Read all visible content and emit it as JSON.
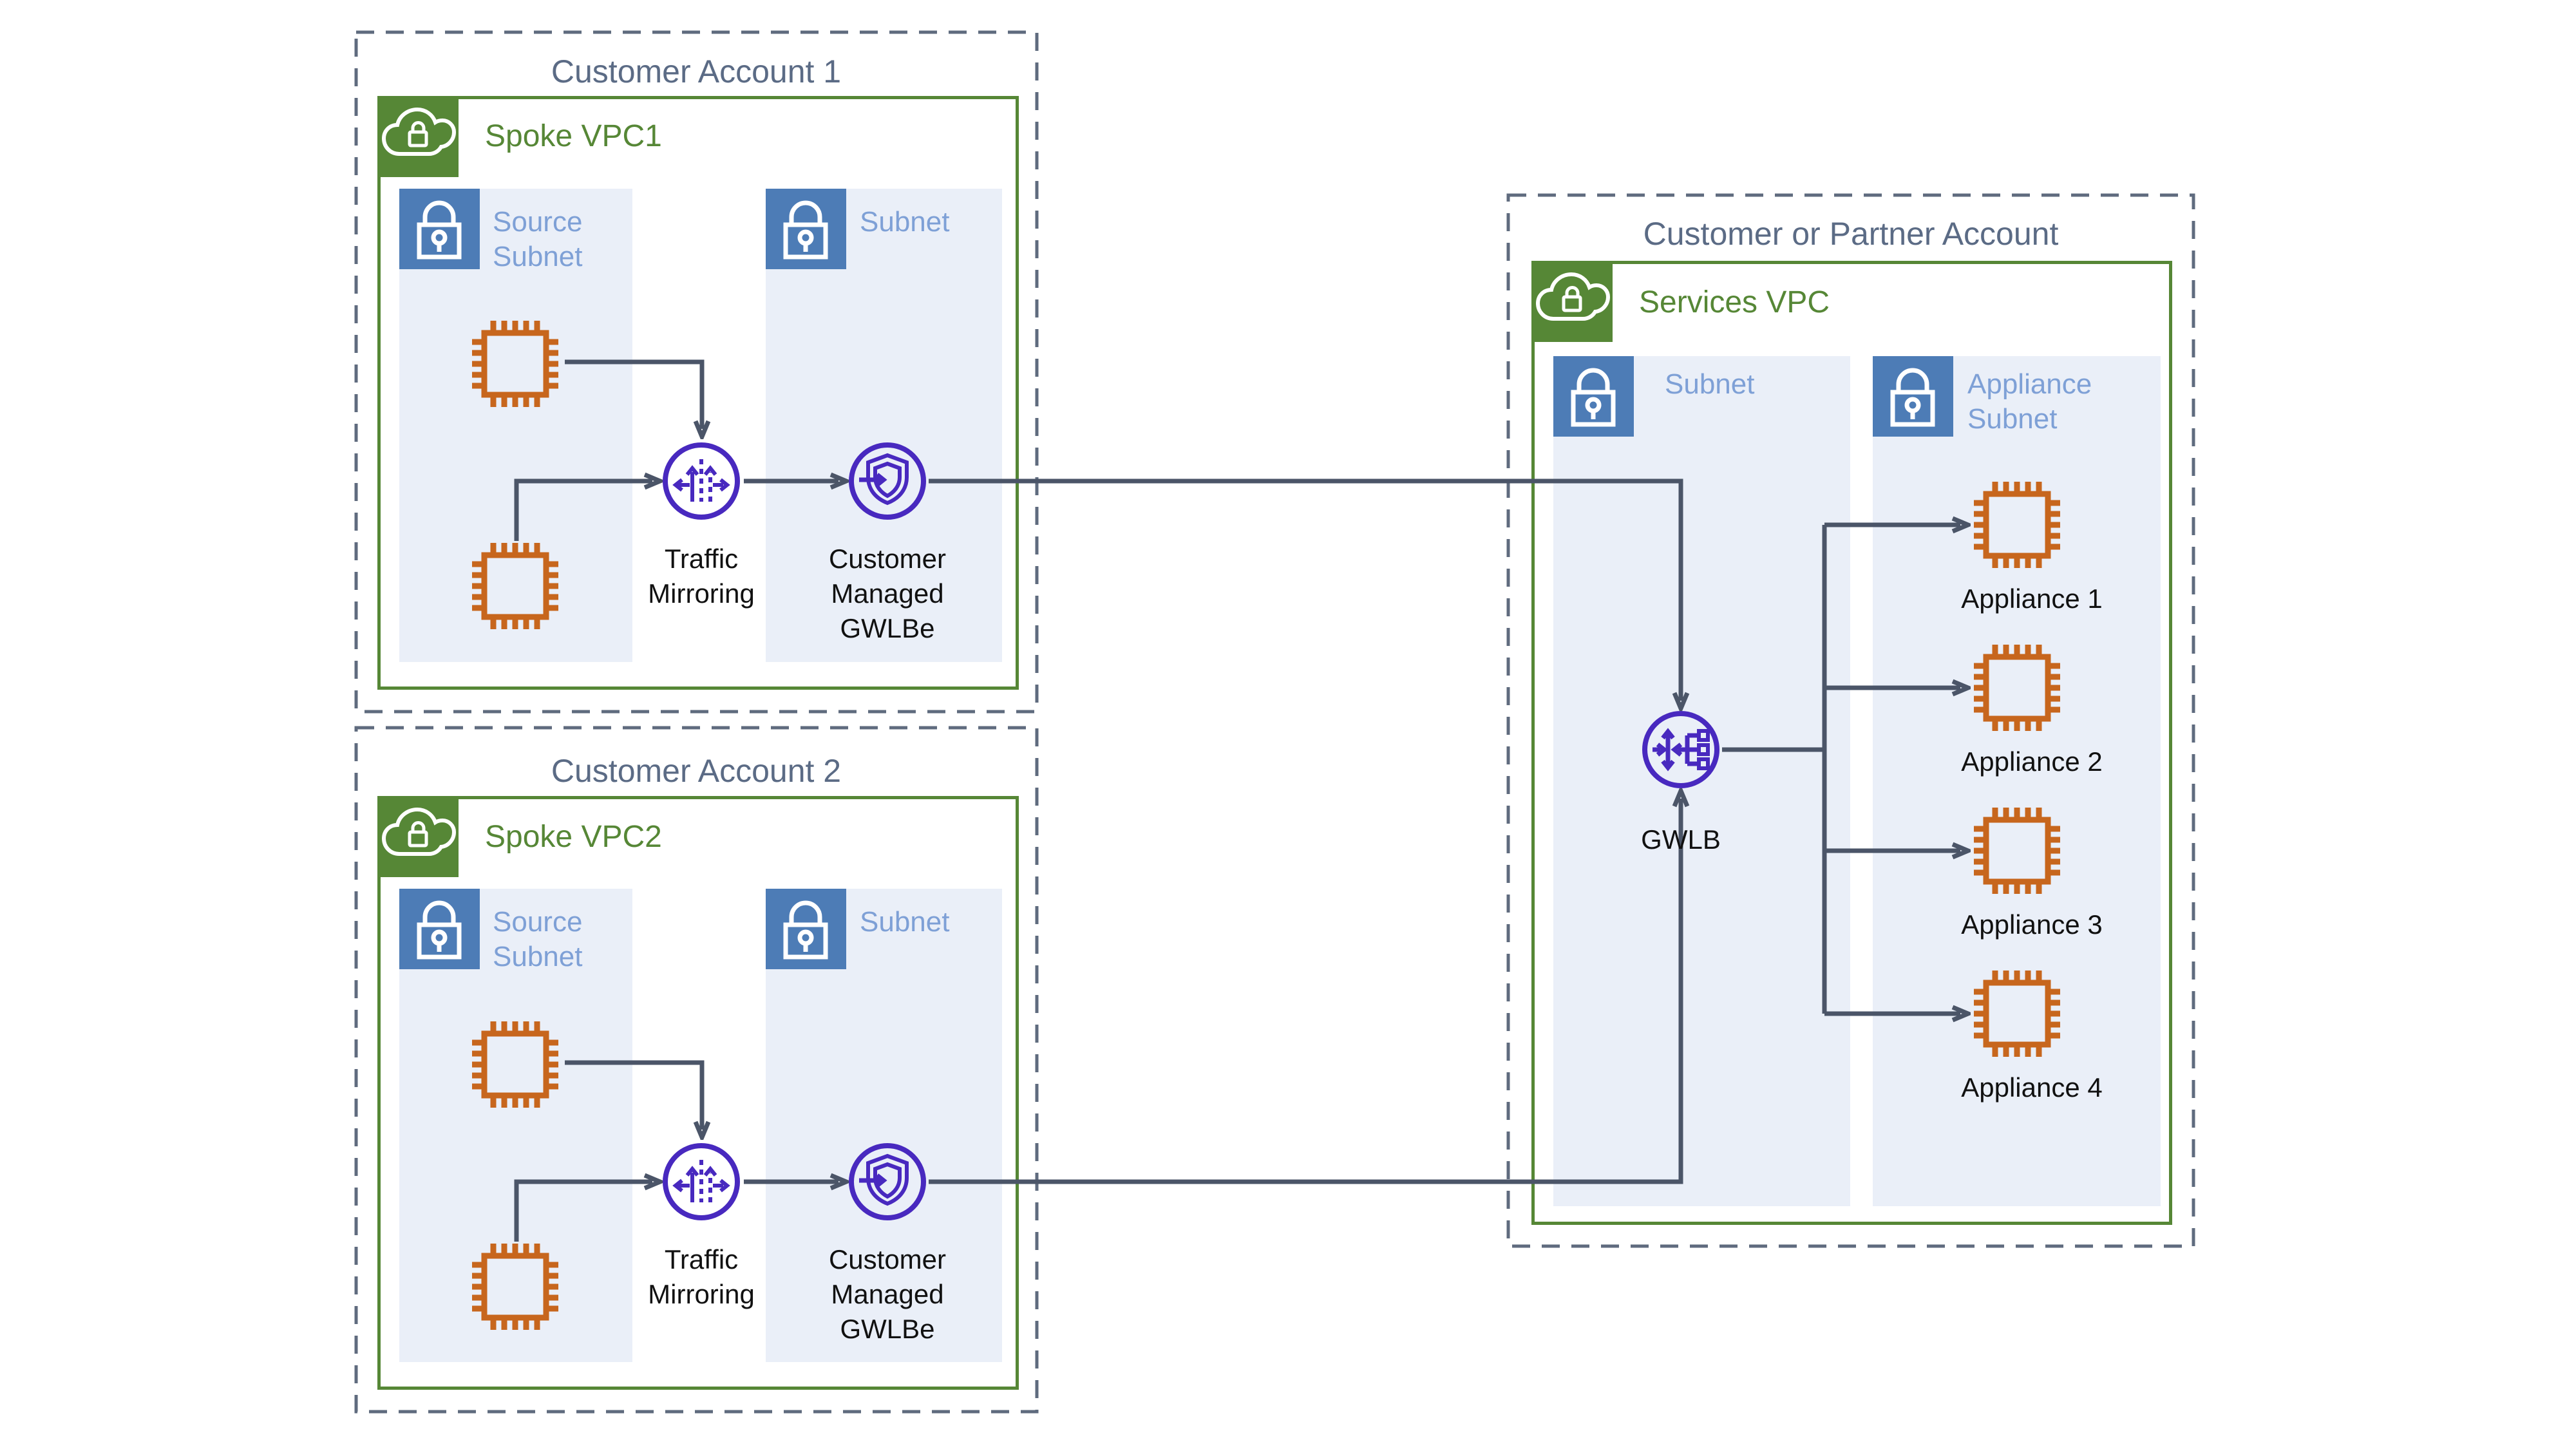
{
  "diagram": {
    "accounts": [
      {
        "id": "customer-account-1",
        "title": "Customer Account 1",
        "vpc_title": "Spoke VPC1",
        "subnets": [
          {
            "label": "Source\nSubnet"
          },
          {
            "label": "Subnet"
          }
        ],
        "traffic_mirroring_label": "Traffic\nMirroring",
        "gwlbe_label": "Customer\nManaged\nGWLBe"
      },
      {
        "id": "customer-account-2",
        "title": "Customer Account 2",
        "vpc_title": "Spoke VPC2",
        "subnets": [
          {
            "label": "Source\nSubnet"
          },
          {
            "label": "Subnet"
          }
        ],
        "traffic_mirroring_label": "Traffic\nMirroring",
        "gwlbe_label": "Customer\nManaged\nGWLBe"
      },
      {
        "id": "customer-or-partner-account",
        "title": "Customer or Partner Account",
        "vpc_title": "Services VPC",
        "subnets": [
          {
            "label": "Subnet"
          },
          {
            "label": "Appliance\nSubnet"
          }
        ],
        "gwlb_label": "GWLB",
        "appliances": [
          "Appliance 1",
          "Appliance 2",
          "Appliance 3",
          "Appliance 4"
        ]
      }
    ],
    "icons": {
      "vpc_cloud_lock": "locked-cloud-icon",
      "subnet_lock": "padlock-icon",
      "ec2_instance": "chip-icon",
      "traffic_mirroring": "traffic-mirroring-icon",
      "gwlbe": "gateway-load-balancer-endpoint-icon",
      "gwlb": "gateway-load-balancer-icon",
      "appliance": "chip-icon"
    },
    "colors": {
      "vpc_green": "#568736",
      "lock_blue": "#4D7CB6",
      "subnet_text": "#7EA0D6",
      "subnet_bg": "#EAEFF8",
      "connector": "#4B5568",
      "chip_orange": "#C7661D",
      "service_purple": "#4829BF",
      "account_title": "#5B6B85",
      "dashed_border": "#5F6B7E"
    }
  }
}
